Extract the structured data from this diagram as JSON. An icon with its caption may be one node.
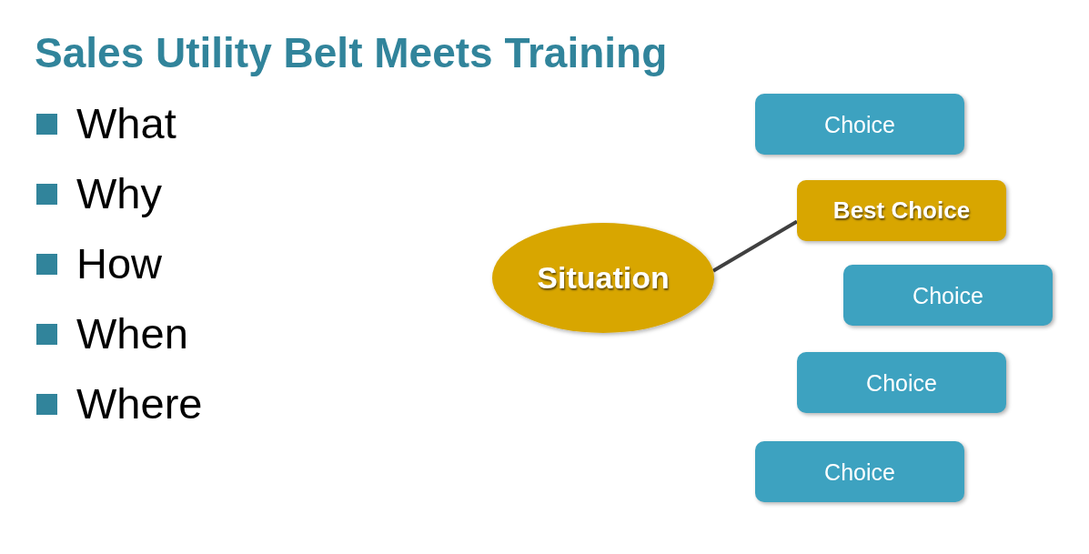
{
  "diagram": {
    "title": "Sales Utility Belt Meets Training",
    "nodes": [
      {
        "text": [
          "Situation"
        ]
      },
      {
        "text": [
          "Choice"
        ]
      },
      {
        "text": [
          "Best Choice"
        ]
      },
      {
        "text": [
          "Choice"
        ]
      },
      {
        "text": [
          "Choice"
        ]
      },
      {
        "text": [
          "Choice"
        ]
      }
    ],
    "edges": [
      {
        "from": 0,
        "to": 2,
        "arrow": "none"
      }
    ],
    "labels": [
      "What",
      "Why",
      "How",
      "When",
      "Where"
    ]
  }
}
